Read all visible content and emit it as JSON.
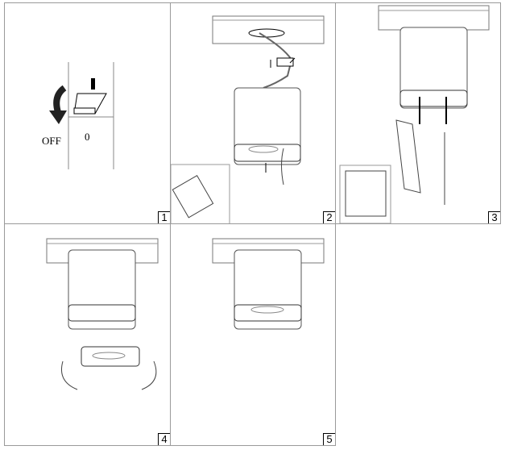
{
  "panels": [
    {
      "number": "1",
      "off_label": "OFF",
      "zero_label": "0"
    },
    {
      "number": "2"
    },
    {
      "number": "3"
    },
    {
      "number": "4"
    },
    {
      "number": "5"
    }
  ],
  "colors": {
    "border": "#9a9a9a",
    "ink": "#000000",
    "arrow": "#222222"
  }
}
